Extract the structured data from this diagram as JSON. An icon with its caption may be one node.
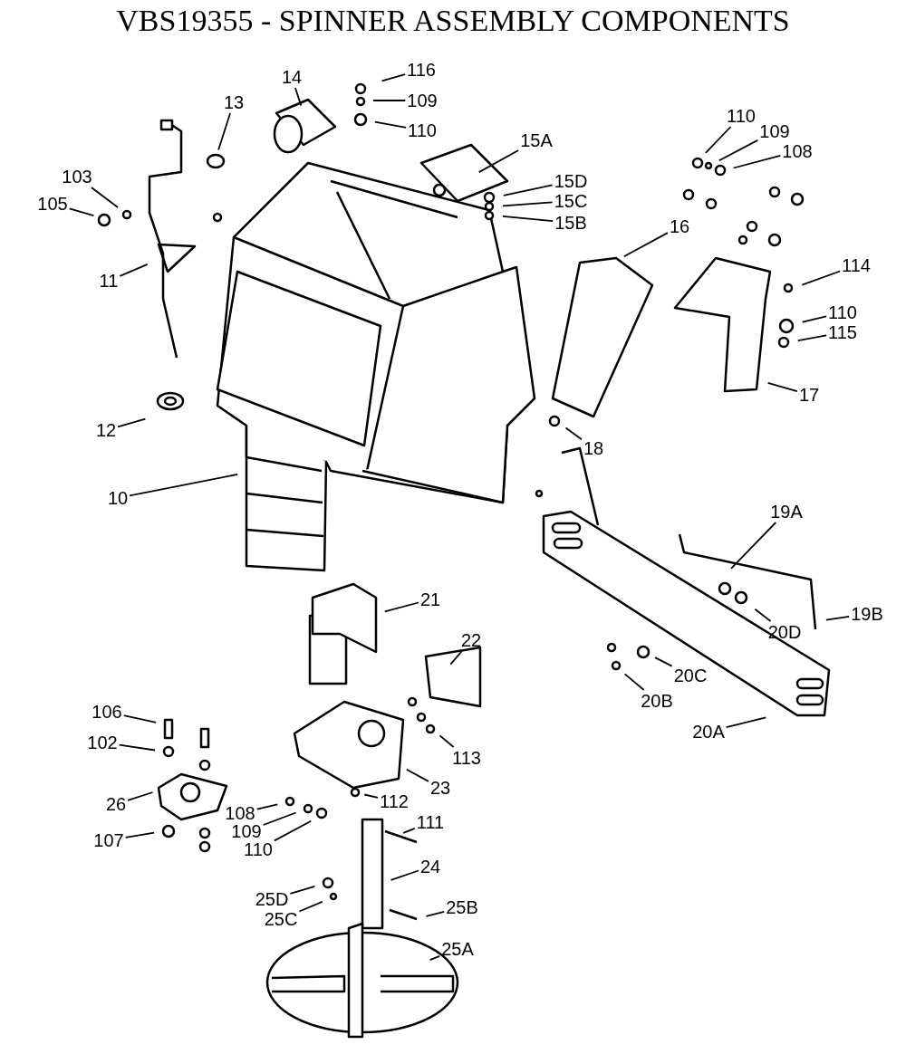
{
  "diagram": {
    "title": "VBS19355 - SPINNER ASSEMBLY COMPONENTS",
    "nodes": [
      {
        "text": [
          "116"
        ]
      },
      {
        "text": [
          "14"
        ]
      },
      {
        "text": [
          "13"
        ]
      },
      {
        "text": [
          "109"
        ]
      },
      {
        "text": [
          "110"
        ]
      },
      {
        "text": [
          "15A"
        ]
      },
      {
        "text": [
          "110"
        ]
      },
      {
        "text": [
          "109"
        ]
      },
      {
        "text": [
          "108"
        ]
      },
      {
        "text": [
          "103"
        ]
      },
      {
        "text": [
          "105"
        ]
      },
      {
        "text": [
          "15D"
        ]
      },
      {
        "text": [
          "15C"
        ]
      },
      {
        "text": [
          "15B"
        ]
      },
      {
        "text": [
          "16"
        ]
      },
      {
        "text": [
          "114"
        ]
      },
      {
        "text": [
          "11"
        ]
      },
      {
        "text": [
          "110"
        ]
      },
      {
        "text": [
          "115"
        ]
      },
      {
        "text": [
          "17"
        ]
      },
      {
        "text": [
          "12"
        ]
      },
      {
        "text": [
          "18"
        ]
      },
      {
        "text": [
          "10"
        ]
      },
      {
        "text": [
          "19A"
        ]
      },
      {
        "text": [
          "21"
        ]
      },
      {
        "text": [
          "19B"
        ]
      },
      {
        "text": [
          "20D"
        ]
      },
      {
        "text": [
          "22"
        ]
      },
      {
        "text": [
          "20C"
        ]
      },
      {
        "text": [
          "20B"
        ]
      },
      {
        "text": [
          "106"
        ]
      },
      {
        "text": [
          "20A"
        ]
      },
      {
        "text": [
          "102"
        ]
      },
      {
        "text": [
          "113"
        ]
      },
      {
        "text": [
          "23"
        ]
      },
      {
        "text": [
          "26"
        ]
      },
      {
        "text": [
          "112"
        ]
      },
      {
        "text": [
          "108"
        ]
      },
      {
        "text": [
          "109"
        ]
      },
      {
        "text": [
          "111"
        ]
      },
      {
        "text": [
          "107"
        ]
      },
      {
        "text": [
          "110"
        ]
      },
      {
        "text": [
          "24"
        ]
      },
      {
        "text": [
          "25D"
        ]
      },
      {
        "text": [
          "25B"
        ]
      },
      {
        "text": [
          "25C"
        ]
      },
      {
        "text": [
          "25A"
        ]
      }
    ],
    "edges": [
      {
        "from": 0,
        "to": null,
        "arrow": "none"
      },
      {
        "from": 1,
        "to": null,
        "arrow": "none"
      },
      {
        "from": 2,
        "to": null,
        "arrow": "none"
      },
      {
        "from": 3,
        "to": null,
        "arrow": "none"
      },
      {
        "from": 4,
        "to": null,
        "arrow": "none"
      },
      {
        "from": 5,
        "to": null,
        "arrow": "none"
      },
      {
        "from": 6,
        "to": null,
        "arrow": "none"
      },
      {
        "from": 7,
        "to": null,
        "arrow": "none"
      },
      {
        "from": 8,
        "to": null,
        "arrow": "none"
      },
      {
        "from": 9,
        "to": null,
        "arrow": "none"
      },
      {
        "from": 10,
        "to": null,
        "arrow": "none"
      },
      {
        "from": 11,
        "to": null,
        "arrow": "none"
      },
      {
        "from": 12,
        "to": null,
        "arrow": "none"
      },
      {
        "from": 13,
        "to": null,
        "arrow": "none"
      },
      {
        "from": 14,
        "to": null,
        "arrow": "none"
      },
      {
        "from": 15,
        "to": null,
        "arrow": "none"
      },
      {
        "from": 16,
        "to": null,
        "arrow": "none"
      },
      {
        "from": 17,
        "to": null,
        "arrow": "none"
      },
      {
        "from": 18,
        "to": null,
        "arrow": "none"
      },
      {
        "from": 19,
        "to": null,
        "arrow": "none"
      },
      {
        "from": 20,
        "to": null,
        "arrow": "none"
      },
      {
        "from": 21,
        "to": null,
        "arrow": "none"
      },
      {
        "from": 22,
        "to": null,
        "arrow": "none"
      },
      {
        "from": 23,
        "to": null,
        "arrow": "none"
      },
      {
        "from": 24,
        "to": null,
        "arrow": "none"
      },
      {
        "from": 25,
        "to": null,
        "arrow": "none"
      },
      {
        "from": 26,
        "to": null,
        "arrow": "none"
      },
      {
        "from": 27,
        "to": null,
        "arrow": "none"
      },
      {
        "from": 28,
        "to": null,
        "arrow": "none"
      },
      {
        "from": 29,
        "to": null,
        "arrow": "none"
      },
      {
        "from": 30,
        "to": null,
        "arrow": "none"
      },
      {
        "from": 31,
        "to": null,
        "arrow": "none"
      },
      {
        "from": 32,
        "to": null,
        "arrow": "none"
      },
      {
        "from": 33,
        "to": null,
        "arrow": "none"
      },
      {
        "from": 34,
        "to": null,
        "arrow": "none"
      },
      {
        "from": 35,
        "to": null,
        "arrow": "none"
      },
      {
        "from": 36,
        "to": null,
        "arrow": "none"
      },
      {
        "from": 37,
        "to": null,
        "arrow": "none"
      },
      {
        "from": 38,
        "to": null,
        "arrow": "none"
      },
      {
        "from": 39,
        "to": null,
        "arrow": "none"
      },
      {
        "from": 40,
        "to": null,
        "arrow": "none"
      },
      {
        "from": 41,
        "to": null,
        "arrow": "none"
      },
      {
        "from": 42,
        "to": null,
        "arrow": "none"
      },
      {
        "from": 43,
        "to": null,
        "arrow": "none"
      },
      {
        "from": 44,
        "to": null,
        "arrow": "none"
      },
      {
        "from": 45,
        "to": null,
        "arrow": "none"
      },
      {
        "from": 46,
        "to": null,
        "arrow": "none"
      }
    ]
  }
}
